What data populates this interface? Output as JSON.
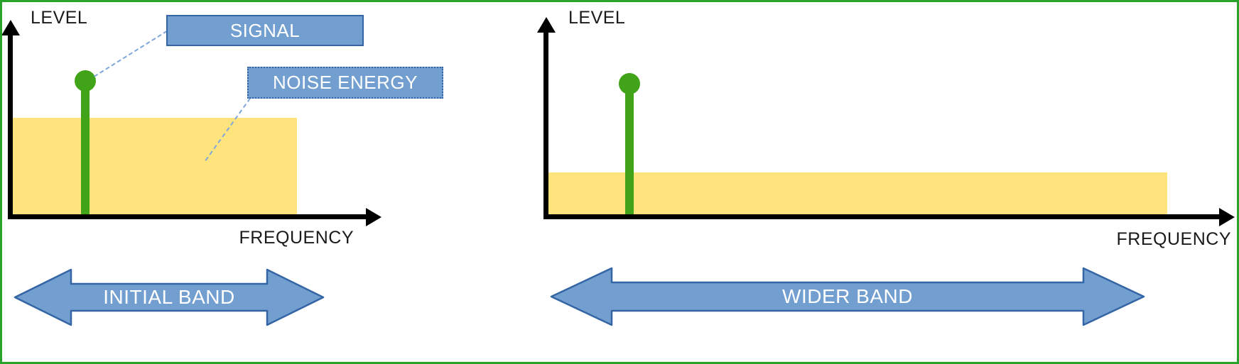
{
  "colors": {
    "axis": "#000000",
    "noise_fill": "#FFE47E",
    "signal_green": "#41A317",
    "callout_fill": "#729FCF",
    "callout_border": "#3465A4",
    "arrow_fill": "#729FCF",
    "arrow_border": "#3465A4",
    "leader_blue": "#7FA7D9",
    "frame_green": "#29A329",
    "label_text": "#FFFFFF"
  },
  "left_panel": {
    "level_label": "LEVEL",
    "frequency_label": "FREQUENCY",
    "signal_label": "SIGNAL",
    "noise_label": "NOISE ENERGY",
    "band_label": "INITIAL BAND"
  },
  "right_panel": {
    "level_label": "LEVEL",
    "frequency_label": "FREQUENCY",
    "band_label": "WIDER BAND"
  }
}
